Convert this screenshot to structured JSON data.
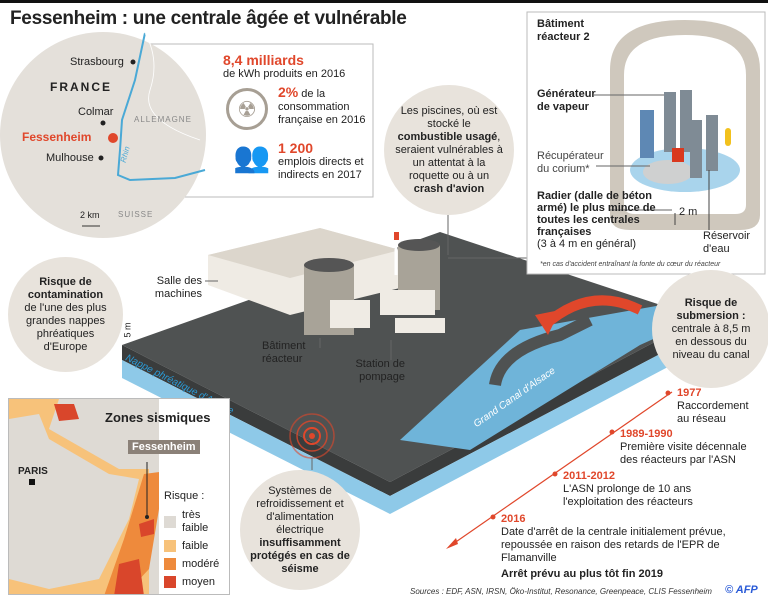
{
  "title": "Fessenheim : une centrale âgée et vulnérable",
  "map": {
    "country": "FRANCE",
    "cities": [
      "Strasbourg",
      "Colmar",
      "Mulhouse"
    ],
    "plant": "Fessenheim",
    "germany": "ALLEMAGNE",
    "switzerland": "SUISSE",
    "river": "Rhin",
    "scale": "2 km"
  },
  "stats": [
    {
      "value": "8,4 milliards",
      "text": "de kWh produits en 2016",
      "icon": "none"
    },
    {
      "value": "2%",
      "text_inline": " de la",
      "text": "consommation française en 2016",
      "icon": "radiation-icon"
    },
    {
      "value": "1 200",
      "text": "emplois directs et indirects en 2017",
      "icon": "people-icon"
    }
  ],
  "reactor": {
    "title": "Bâtiment réacteur 2",
    "generator": "Générateur de vapeur",
    "corium": "Récupérateur du corium*",
    "radier_bold": "Radier (dalle de béton armé) le plus mince de toutes les centrales françaises",
    "radier_note": "(3 à 4 m en général)",
    "thickness": "2 m",
    "reservoir": "Réservoir d'eau",
    "footnote": "*en cas d'accident entraînant la fonte du cœur du réacteur"
  },
  "piscines": {
    "t1": "Les piscines, où est stocké le ",
    "b1": "combustible usagé",
    "t2": ", seraient vulnérables à un attentat à la roquette ou à un ",
    "b2": "crash d'avion"
  },
  "labels": {
    "salle": "Salle des machines",
    "batiment": "Bâtiment réacteur",
    "station": "Station de pompage",
    "nappe": "Nappe phréatique d'Alsace",
    "canal": "Grand Canal d'Alsace",
    "depth": "5 m"
  },
  "contamination": {
    "bold": "Risque de contamination",
    "text": "de l'une des plus grandes nappes phréatiques d'Europe"
  },
  "submersion": {
    "bold": "Risque de submersion :",
    "text": "centrale à 8,5 m en dessous du niveau du canal"
  },
  "seismic": {
    "title": "Zones sismiques",
    "plant": "Fessenheim",
    "paris": "PARIS",
    "legend_title": "Risque :",
    "legend": [
      {
        "label": "très faible",
        "color": "#dedad4"
      },
      {
        "label": "faible",
        "color": "#f7c27a"
      },
      {
        "label": "modéré",
        "color": "#ee8a3c"
      },
      {
        "label": "moyen",
        "color": "#d9462b"
      }
    ]
  },
  "systems": {
    "text": "Systèmes de refroidissement et d'alimentation électrique",
    "bold": "insuffisamment protégés en cas de séisme"
  },
  "timeline": [
    {
      "year": "1977",
      "text": "Raccordement au réseau"
    },
    {
      "year": "1989-1990",
      "text": "Première visite décennale des réacteurs par l'ASN"
    },
    {
      "year": "2011-2012",
      "text": "L'ASN prolonge de 10 ans l'exploitation des réacteurs"
    },
    {
      "year": "2016",
      "text": "Date d'arrêt de la centrale initialement prévue, repoussée en raison des retards de l'EPR de Flamanville"
    }
  ],
  "timeline_final": "Arrêt prévu au plus tôt fin 2019",
  "sources": "Sources : EDF, ASN, IRSN, Öko-Institut, Resonance, Greenpeace, CLIS Fessenheim",
  "credit": "© AFP",
  "colors": {
    "accent": "#e0472b",
    "water": "#6fb4d9",
    "slab": "#5a5c5c",
    "circle": "#e8e3dc"
  }
}
